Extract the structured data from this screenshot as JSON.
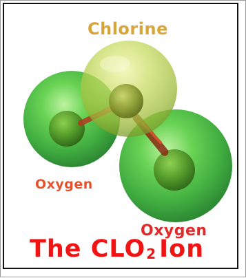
{
  "labels": {
    "chlorine": "Chlorine",
    "oxygen_left": "Oxygen",
    "oxygen_right": "Oxygen"
  },
  "title": {
    "prefix": "The CLO",
    "subscript": "2",
    "suffix": "Ion"
  },
  "colors": {
    "chlorine_label": "#d8a53a",
    "oxygen_label": "#e4532b",
    "title": "#f01414",
    "chlorine_atom": "#b4cc4a",
    "oxygen_atom": "#3fbf3f",
    "bond": "#b33a20"
  }
}
